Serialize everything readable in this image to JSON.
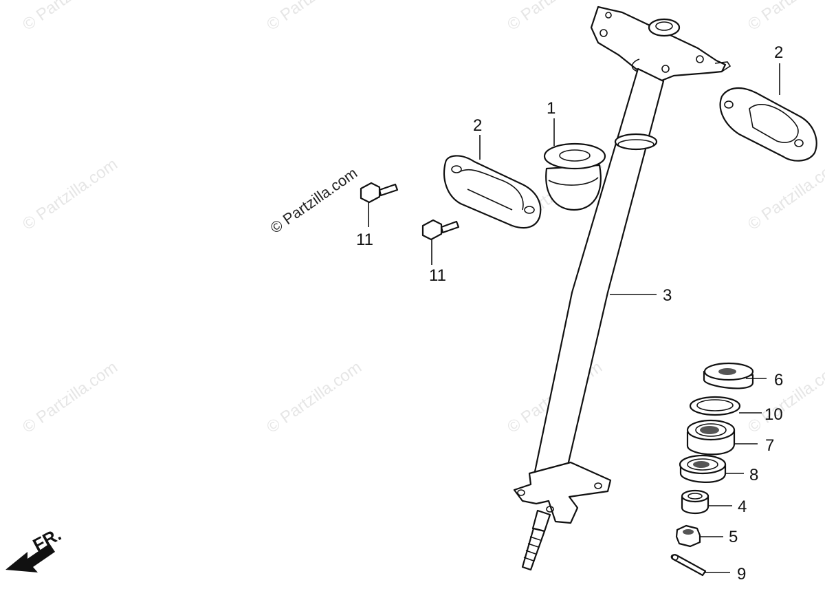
{
  "diagram": {
    "watermark_text": "© Partzilla.com",
    "front_indicator": "FR.",
    "callouts": [
      {
        "id": "1",
        "label": "1"
      },
      {
        "id": "2a",
        "label": "2"
      },
      {
        "id": "2b",
        "label": "2"
      },
      {
        "id": "3",
        "label": "3"
      },
      {
        "id": "4",
        "label": "4"
      },
      {
        "id": "5",
        "label": "5"
      },
      {
        "id": "6",
        "label": "6"
      },
      {
        "id": "7",
        "label": "7"
      },
      {
        "id": "8",
        "label": "8"
      },
      {
        "id": "9",
        "label": "9"
      },
      {
        "id": "10",
        "label": "10"
      },
      {
        "id": "11a",
        "label": "11"
      },
      {
        "id": "11b",
        "label": "11"
      }
    ]
  }
}
